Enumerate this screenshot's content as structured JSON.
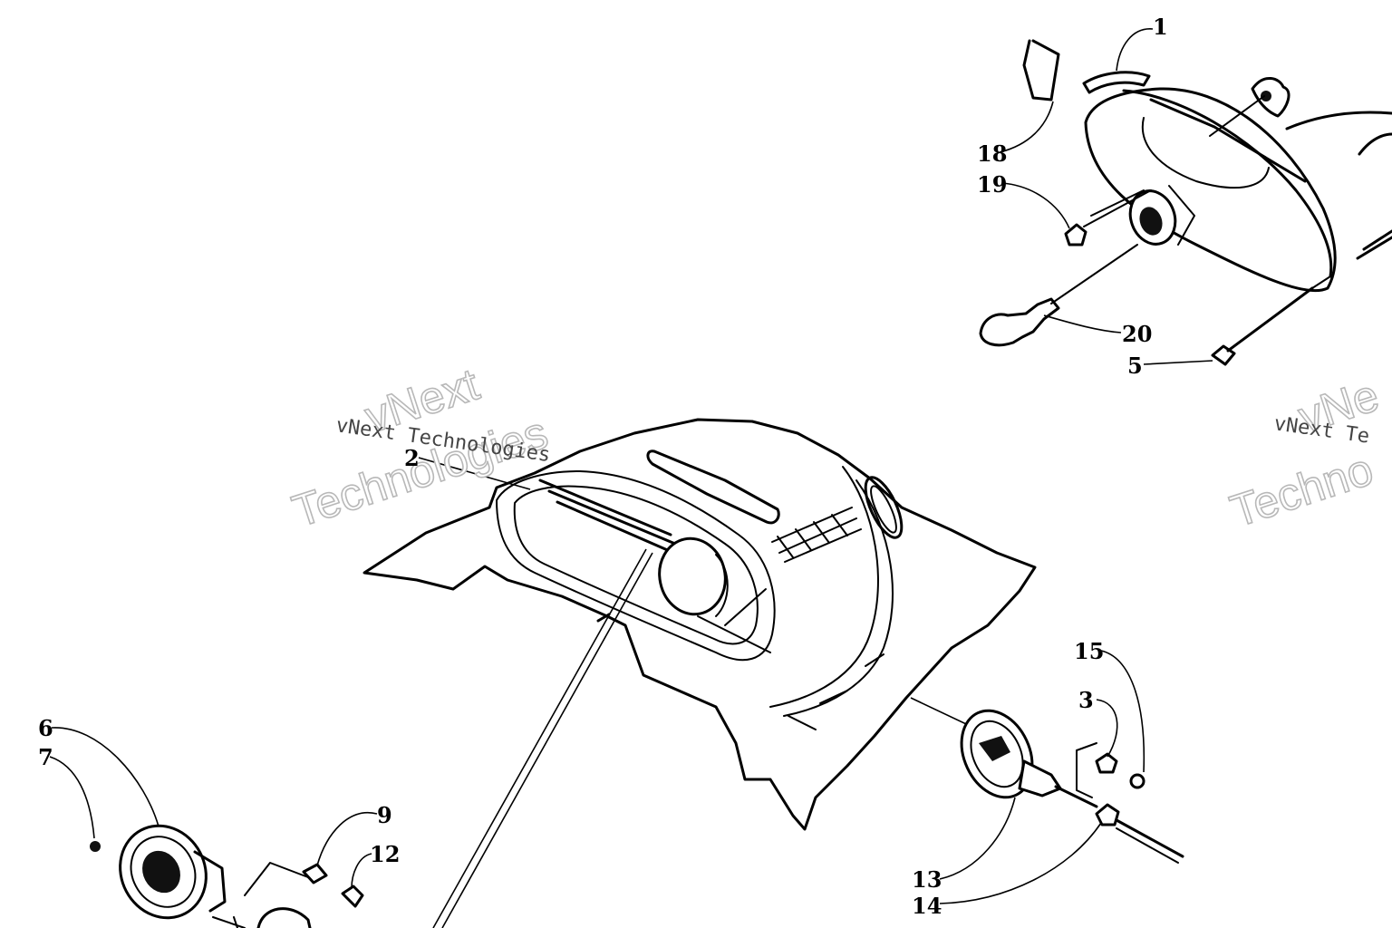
{
  "diagram": {
    "callouts": [
      {
        "id": "c1",
        "text": "1"
      },
      {
        "id": "c18",
        "text": "18"
      },
      {
        "id": "c19",
        "text": "19"
      },
      {
        "id": "c20",
        "text": "20"
      },
      {
        "id": "c5",
        "text": "5"
      },
      {
        "id": "c2",
        "text": "2"
      },
      {
        "id": "c15",
        "text": "15"
      },
      {
        "id": "c3",
        "text": "3"
      },
      {
        "id": "c13",
        "text": "13"
      },
      {
        "id": "c14",
        "text": "14"
      },
      {
        "id": "c6",
        "text": "6"
      },
      {
        "id": "c7",
        "text": "7"
      },
      {
        "id": "c9",
        "text": "9"
      },
      {
        "id": "c12",
        "text": "12"
      }
    ],
    "watermarks": [
      {
        "line1": "vNext",
        "line2": "Technologies",
        "caption": "vNext Technologies"
      },
      {
        "line1": "vNe",
        "line2": "Techno",
        "caption": "vNext Te"
      }
    ]
  }
}
